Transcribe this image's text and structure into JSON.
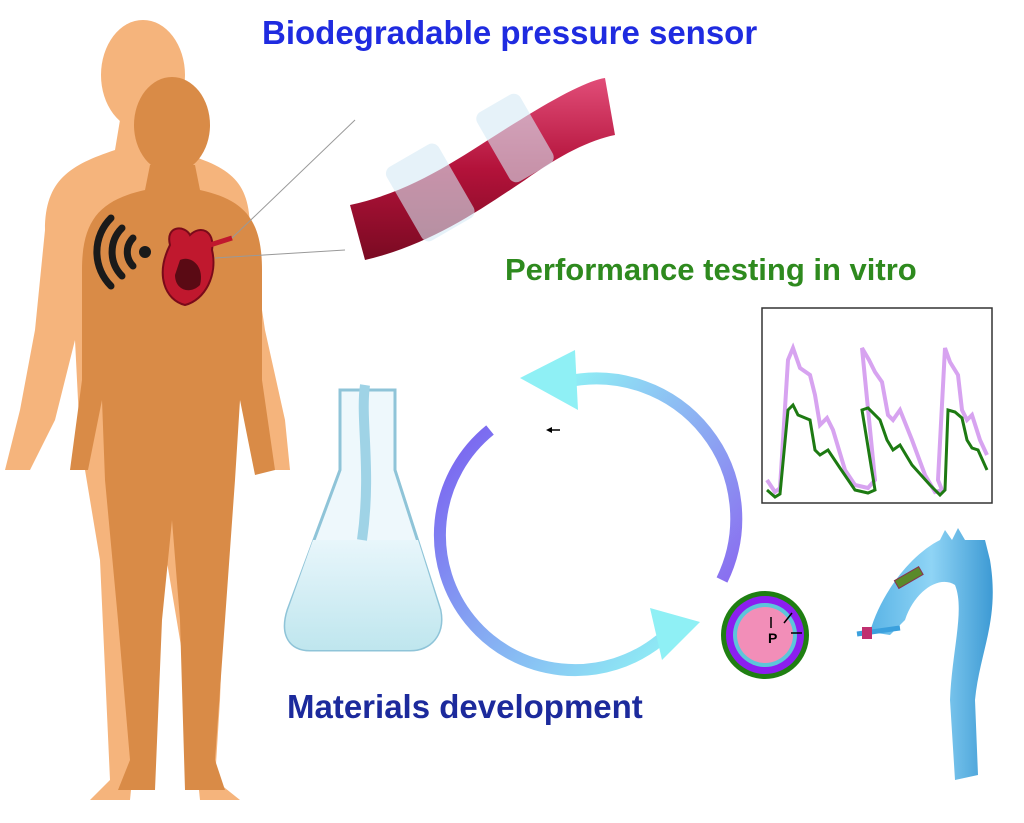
{
  "labels": {
    "sensor_title": "Biodegradable pressure sensor",
    "testing_title": "Performance testing in vitro",
    "materials_title": "Materials development",
    "pressure_symbol": "P"
  },
  "colors": {
    "sensor_title": "#1f2be0",
    "testing_title": "#2e8a1e",
    "materials_title": "#1c2a9c",
    "body_back": "#f5b47c",
    "body_front": "#d98b47",
    "waveform_reference": "#d7a3f0",
    "waveform_sensor": "#1d7a12"
  }
}
